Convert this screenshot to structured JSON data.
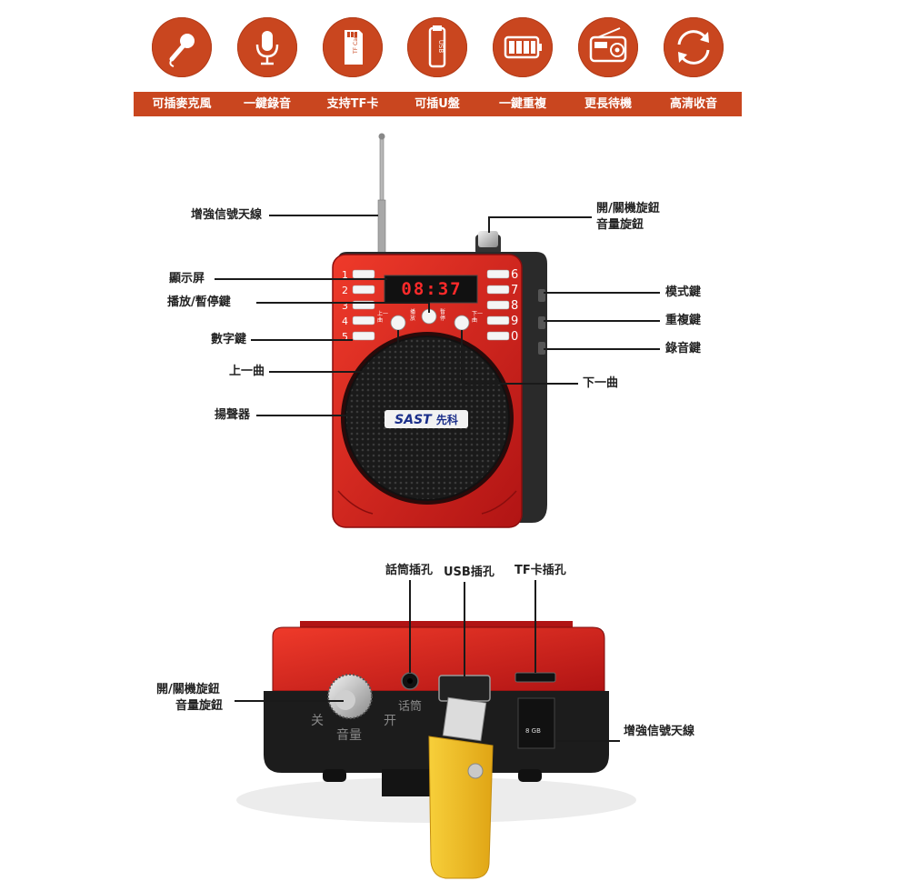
{
  "features": [
    {
      "label": "可插麥克風",
      "icon": "microphone-icon"
    },
    {
      "label": "一鍵錄音",
      "icon": "studio-mic-icon"
    },
    {
      "label": "支持TF卡",
      "icon": "tf-card-icon"
    },
    {
      "label": "可插U盤",
      "icon": "usb-drive-icon"
    },
    {
      "label": "一鍵重複",
      "icon": "battery-icon"
    },
    {
      "label": "更長待機",
      "icon": "radio-icon"
    },
    {
      "label": "高清收音",
      "icon": "refresh-icon"
    }
  ],
  "front_callouts": {
    "antenna": "增強信號天線",
    "power_knob_line1": "開/關機旋鈕",
    "power_knob_line2": "音量旋鈕",
    "display": "顯示屏",
    "play_pause": "播放/暫停鍵",
    "mode": "模式鍵",
    "repeat": "重複鍵",
    "number_keys": "數字鍵",
    "record": "錄音鍵",
    "prev_track": "上一曲",
    "next_track": "下一曲",
    "speaker": "揚聲器"
  },
  "device_front": {
    "display_time": "08:37",
    "brand": "SAST",
    "brand_cn": "先科",
    "left_keys": [
      "1",
      "2",
      "3",
      "4",
      "5"
    ],
    "right_keys": [
      "6",
      "7",
      "8",
      "9",
      "0"
    ],
    "btn_prev": "上一曲",
    "btn_play": "播放",
    "btn_pause": "暫停",
    "btn_next": "下一曲"
  },
  "bottom_callouts": {
    "mic_jack": "話筒插孔",
    "usb_port": "USB插孔",
    "tf_slot": "TF卡插孔",
    "knob_line1": "開/關機旋鈕",
    "knob_line2": "音量旋鈕",
    "antenna": "增強信號天線"
  },
  "device_bottom": {
    "off_label": "关",
    "volume_label": "音量",
    "on_label": "开",
    "mic_label": "话筒",
    "sd_label": "8 GB"
  },
  "colors": {
    "accent": "#c9461f",
    "device_red": "#d81e1e",
    "device_dark": "#1c1c1c",
    "usb_yellow": "#f4c12a"
  }
}
